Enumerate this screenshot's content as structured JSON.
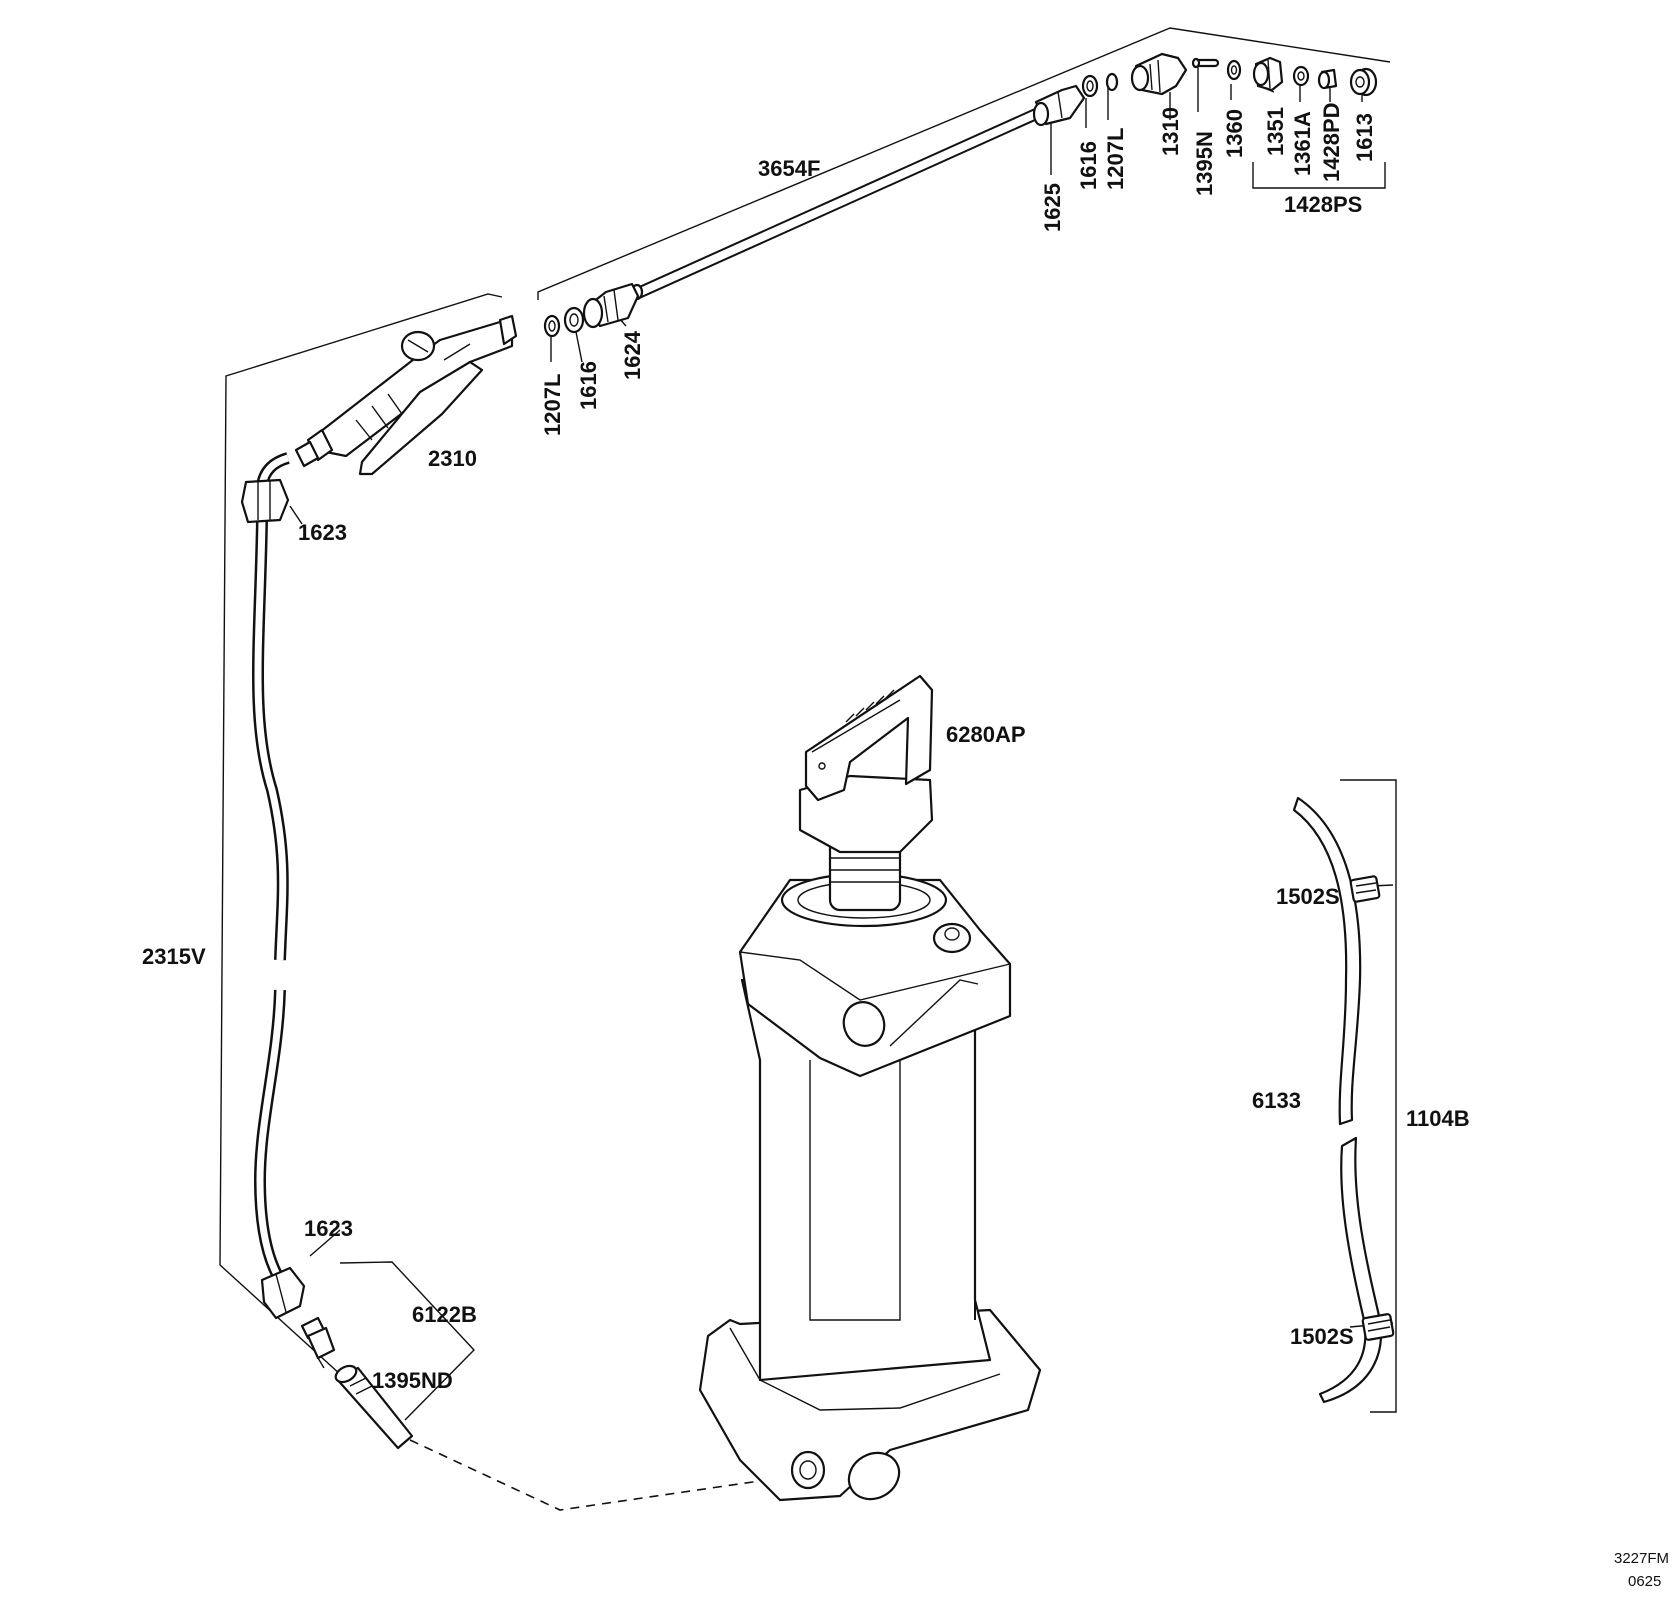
{
  "parts": {
    "lance": "3654F",
    "lance_nut_front": "1625",
    "washer_1616_top": "1616",
    "gasket_1207l_top": "1207L",
    "elbow": "1310",
    "pin": "1395N",
    "washer_1360": "1360",
    "nozzle_body": "1351",
    "seal_1361a": "1361A",
    "swirl_1428pd": "1428PD",
    "nozzle_cap": "1613",
    "nozzle_assembly": "1428PS",
    "gasket_1207l_bottom": "1207L",
    "washer_1616_bottom": "1616",
    "lance_nut_rear": "1624",
    "trigger_handle": "2310",
    "hose_nut_top": "1623",
    "hose": "2315V",
    "hose_nut_bottom": "1623",
    "filter_kit": "6122B",
    "filter": "1395ND",
    "pump": "6280AP",
    "strap_buckle_top": "1502S",
    "strap": "6133",
    "strap_assembly": "1104B",
    "strap_buckle_bottom": "1502S"
  },
  "drawing_code": {
    "line1": "3227FM",
    "line2": "0625"
  }
}
